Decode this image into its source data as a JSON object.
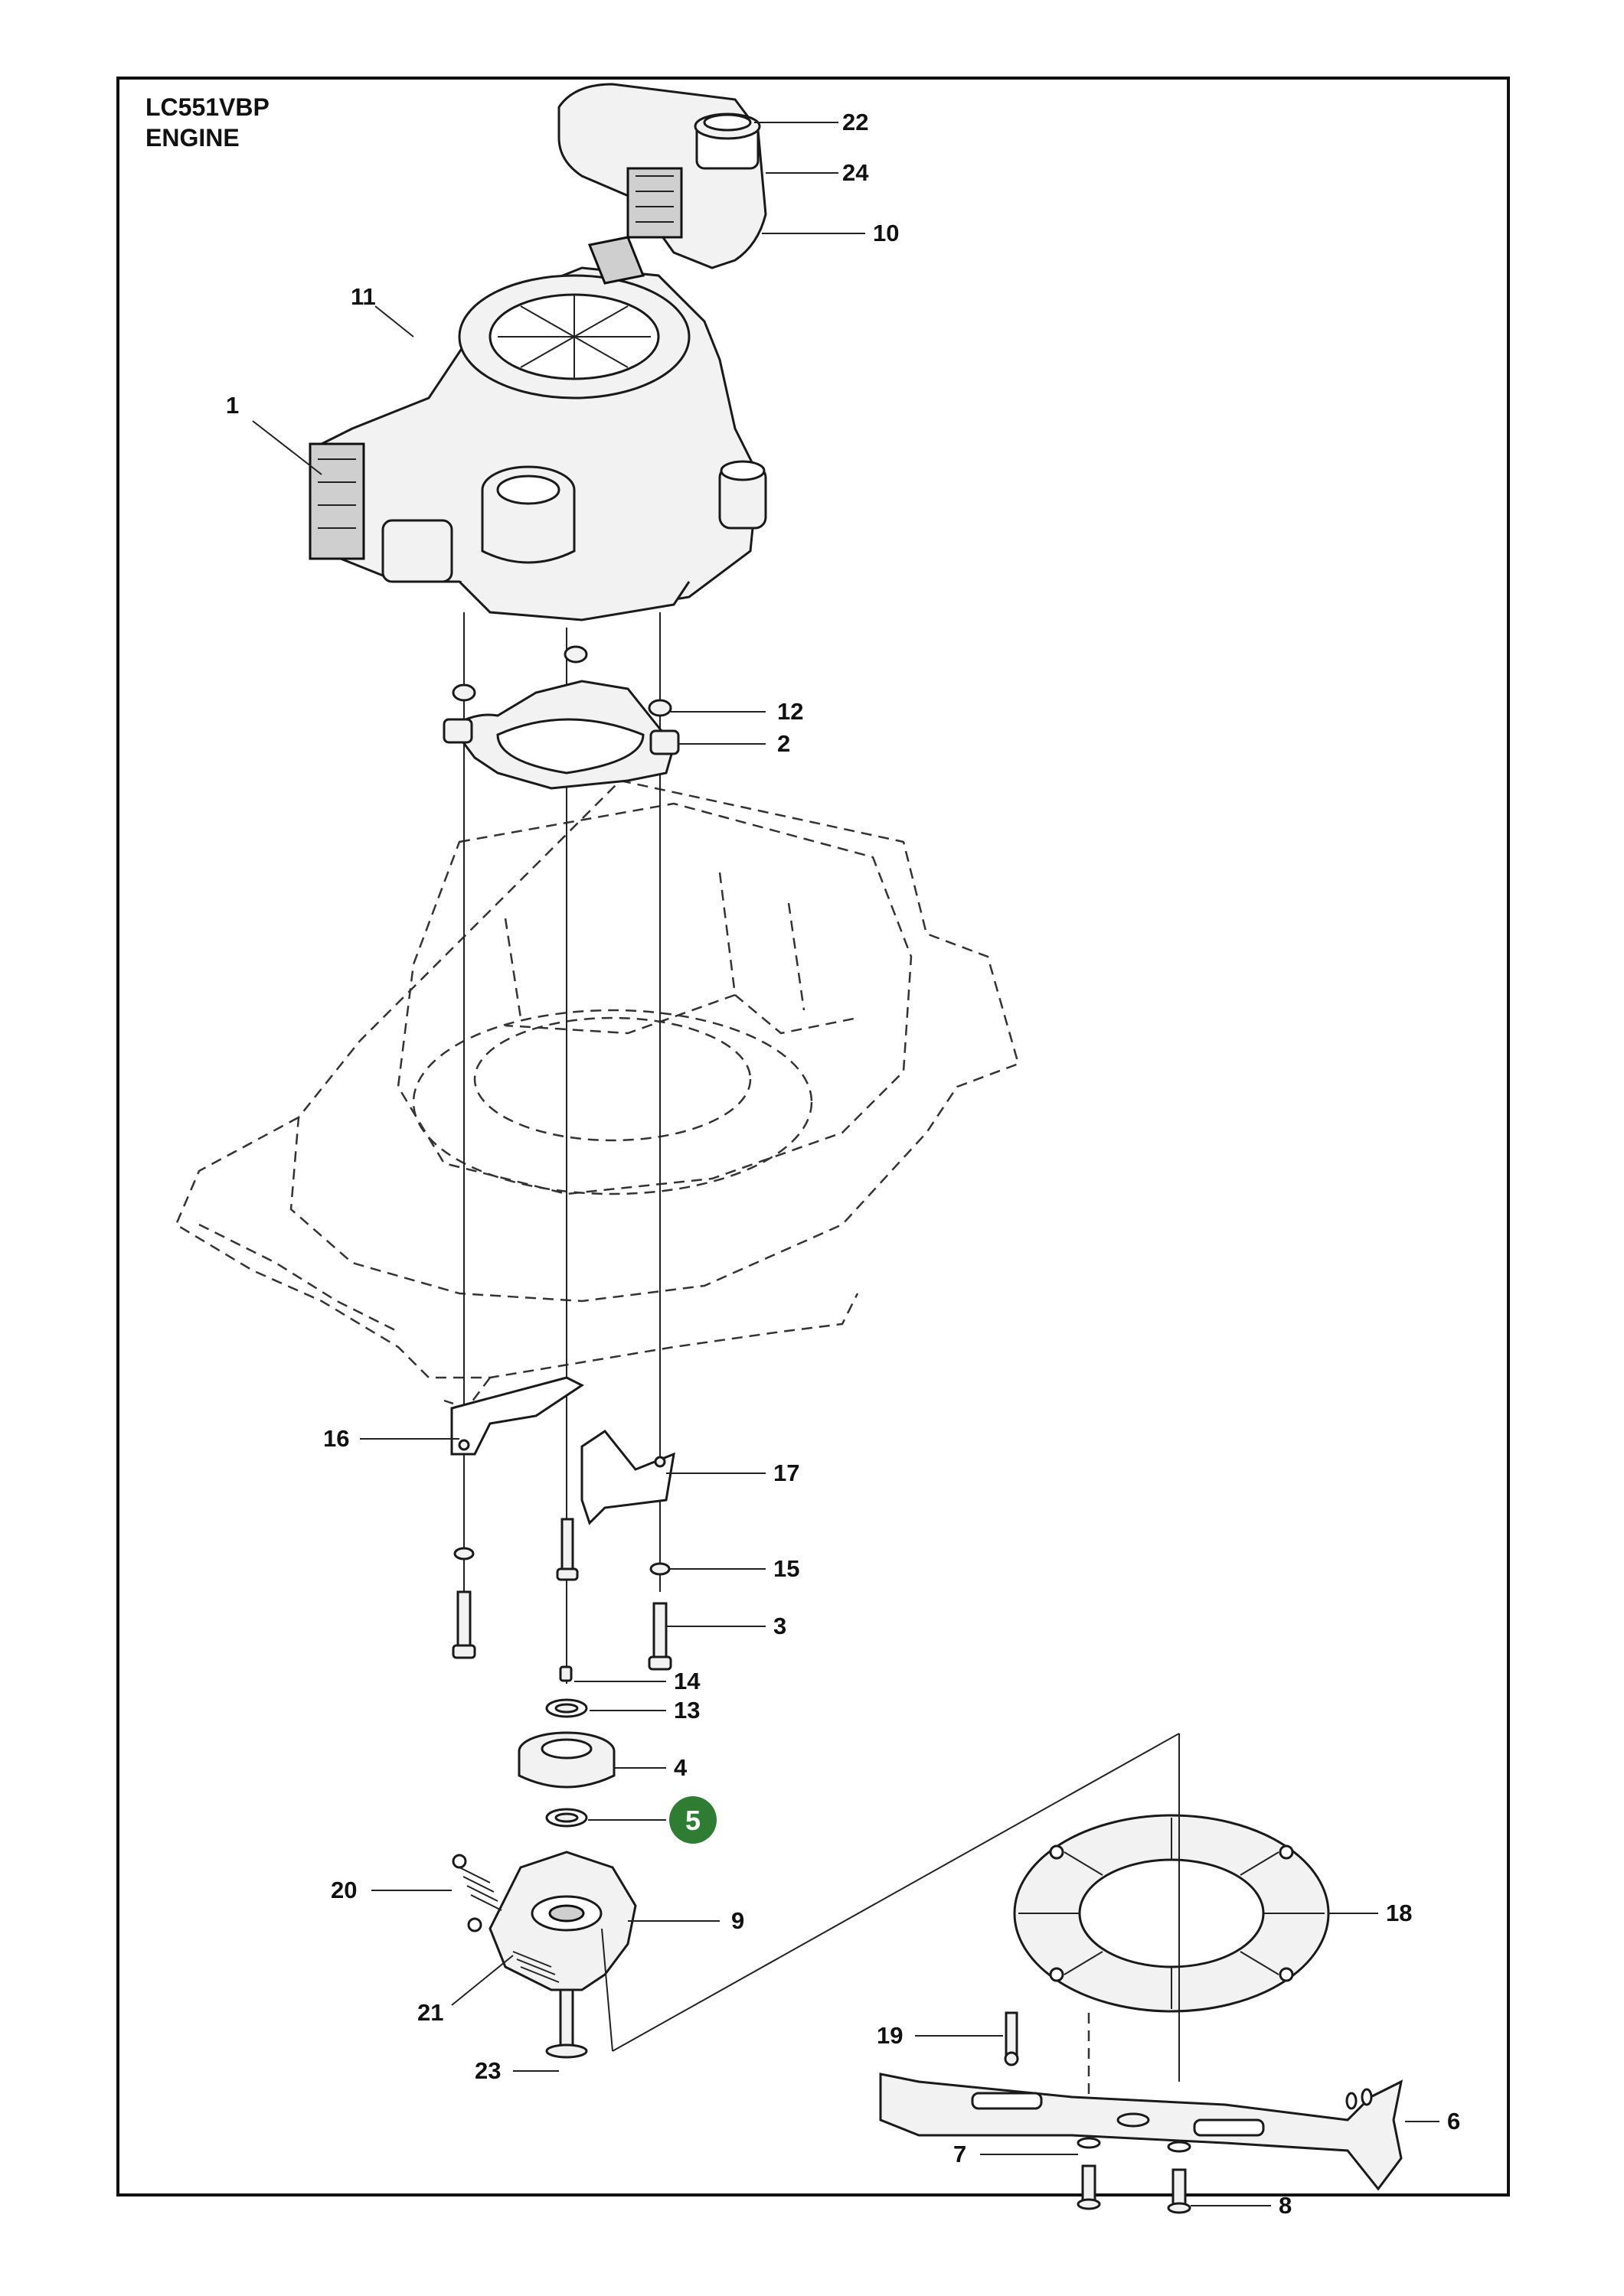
{
  "title": {
    "model": "LC551VBP",
    "section": "ENGINE"
  },
  "highlight_color": "#2e7d32",
  "callouts": {
    "c1": "1",
    "c2": "2",
    "c3": "3",
    "c4": "4",
    "c5": "5",
    "c6": "6",
    "c7": "7",
    "c8": "8",
    "c9": "9",
    "c10": "10",
    "c11": "11",
    "c12": "12",
    "c13": "13",
    "c14": "14",
    "c15": "15",
    "c16": "16",
    "c17": "17",
    "c18": "18",
    "c19": "19",
    "c20": "20",
    "c21": "21",
    "c22": "22",
    "c23": "23",
    "c24": "24"
  },
  "highlighted_callout": "5"
}
